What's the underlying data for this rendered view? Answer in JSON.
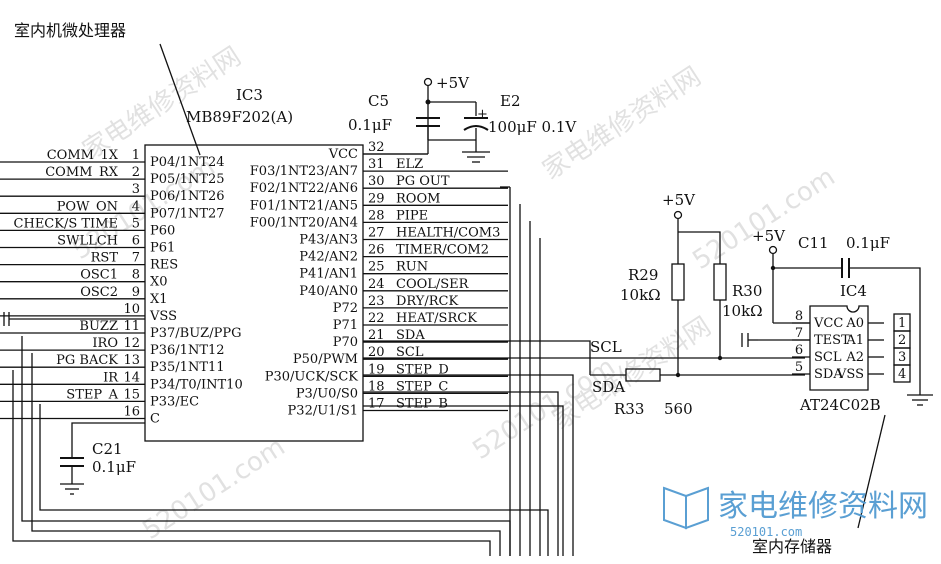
{
  "title": "室内机微处理器",
  "ic3": {
    "ref": "IC3",
    "part": "MB89F202(A)",
    "left_pins": [
      {
        "num": "1",
        "name": "P04/1NT24",
        "net": "COMM_1X"
      },
      {
        "num": "2",
        "name": "P05/1NT25",
        "net": "COMM_RX"
      },
      {
        "num": "3",
        "name": "P06/1NT26",
        "net": ""
      },
      {
        "num": "4",
        "name": "P07/1NT27",
        "net": "POW_ON"
      },
      {
        "num": "5",
        "name": "P60",
        "net": "CHECK/S TIME"
      },
      {
        "num": "6",
        "name": "P61",
        "net": "SWLLCH"
      },
      {
        "num": "7",
        "name": "RES",
        "net": "RST"
      },
      {
        "num": "8",
        "name": "X0",
        "net": "OSC1"
      },
      {
        "num": "9",
        "name": "X1",
        "net": "OSC2"
      },
      {
        "num": "10",
        "name": "VSS",
        "net": ""
      },
      {
        "num": "11",
        "name": "P37/BUZ/PPG",
        "net": "BUZZ"
      },
      {
        "num": "12",
        "name": "P36/1NT12",
        "net": "IRO"
      },
      {
        "num": "13",
        "name": "P35/1NT11",
        "net": "PG BACK"
      },
      {
        "num": "14",
        "name": "P34/T0/INT10",
        "net": "IR"
      },
      {
        "num": "15",
        "name": "P33/EC",
        "net": "STEP_A"
      },
      {
        "num": "16",
        "name": "C",
        "net": ""
      }
    ],
    "right_pins": [
      {
        "num": "32",
        "name": "VCC",
        "net": ""
      },
      {
        "num": "31",
        "name": "F03/1NT23/AN7",
        "net": "ELZ"
      },
      {
        "num": "30",
        "name": "F02/1NT22/AN6",
        "net": "PG OUT"
      },
      {
        "num": "29",
        "name": "F01/1NT21/AN5",
        "net": "ROOM"
      },
      {
        "num": "28",
        "name": "F00/1NT20/AN4",
        "net": "PIPE"
      },
      {
        "num": "27",
        "name": "P43/AN3",
        "net": "HEALTH/COM3"
      },
      {
        "num": "26",
        "name": "P42/AN2",
        "net": "TIMER/COM2"
      },
      {
        "num": "25",
        "name": "P41/AN1",
        "net": "RUN"
      },
      {
        "num": "24",
        "name": "P40/AN0",
        "net": "COOL/SER"
      },
      {
        "num": "23",
        "name": "P72",
        "net": "DRY/RCK"
      },
      {
        "num": "22",
        "name": "P71",
        "net": "HEAT/SRCK"
      },
      {
        "num": "21",
        "name": "P70",
        "net": "SDA"
      },
      {
        "num": "20",
        "name": "P50/PWM",
        "net": "SCL"
      },
      {
        "num": "19",
        "name": "P30/UCK/SCK",
        "net": "STEP_D"
      },
      {
        "num": "18",
        "name": "P3/U0/S0",
        "net": "STEP_C"
      },
      {
        "num": "17",
        "name": "P32/U1/S1",
        "net": "STEP_B"
      }
    ]
  },
  "components": {
    "c5": {
      "ref": "C5",
      "value": "0.1μF"
    },
    "e2": {
      "ref": "E2",
      "value": "100μF 0.1V"
    },
    "c21": {
      "ref": "C21",
      "value": "0.1μF"
    },
    "c11": {
      "ref": "C11",
      "value": "0.1μF"
    },
    "r29": {
      "ref": "R29",
      "value": "10kΩ"
    },
    "r30": {
      "ref": "R30",
      "value": "10kΩ"
    },
    "r33": {
      "ref": "R33",
      "value": "560"
    },
    "supply_label": "+5V"
  },
  "ic4": {
    "ref": "IC4",
    "part": "AT24C02B",
    "left_pins": [
      {
        "num": "8",
        "name": "VCC"
      },
      {
        "num": "7",
        "name": "TEST"
      },
      {
        "num": "6",
        "name": "SCL"
      },
      {
        "num": "5",
        "name": "SDA"
      }
    ],
    "right_pins": [
      {
        "num": "1",
        "name": "A0"
      },
      {
        "num": "2",
        "name": "A1"
      },
      {
        "num": "3",
        "name": "A2"
      },
      {
        "num": "4",
        "name": "VSS"
      }
    ]
  },
  "bus_labels": {
    "scl": "SCL",
    "sda": "SDA"
  },
  "storage_label": "室内存储器",
  "watermark": {
    "brand": "家电维修资料网",
    "site": "520101.com",
    "diagonal": "家电维修资料网"
  }
}
